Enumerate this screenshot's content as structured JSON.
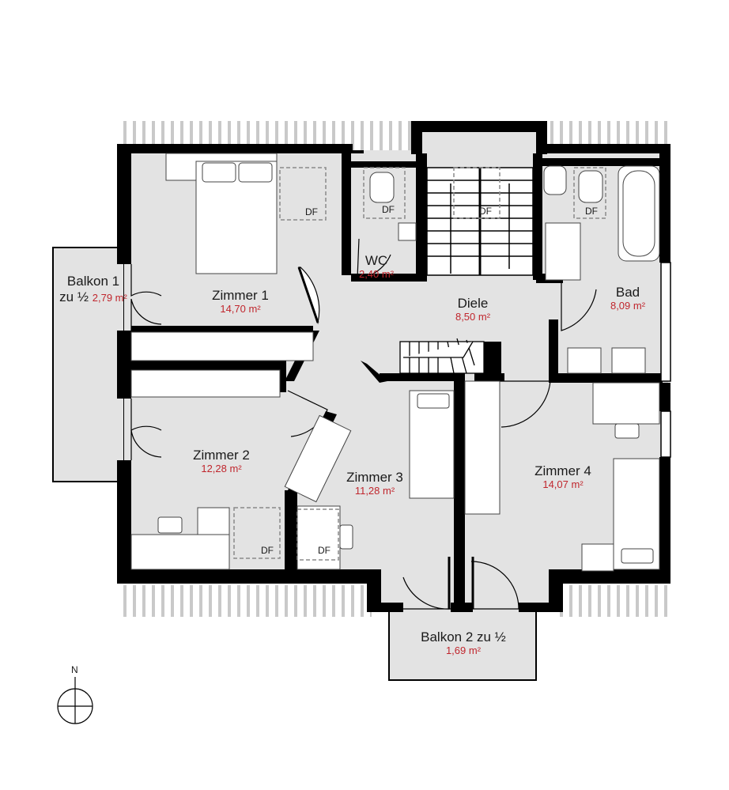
{
  "rooms": {
    "zimmer1": {
      "name": "Zimmer 1",
      "area": "14,70 m²"
    },
    "zimmer2": {
      "name": "Zimmer 2",
      "area": "12,28 m²"
    },
    "zimmer3": {
      "name": "Zimmer 3",
      "area": "11,28 m²"
    },
    "zimmer4": {
      "name": "Zimmer 4",
      "area": "14,07 m²"
    },
    "diele": {
      "name": "Diele",
      "area": "8,50 m²"
    },
    "bad": {
      "name": "Bad",
      "area": "8,09 m²"
    },
    "wc": {
      "name": "WC",
      "area": "2,40 m²"
    },
    "balkon1": {
      "name": "Balkon 1",
      "name2": "zu ½",
      "area": "2,79 m²"
    },
    "balkon2": {
      "name": "Balkon 2 zu ½",
      "area": "1,69 m²"
    }
  },
  "skylight_label": "DF",
  "compass": {
    "label": "N"
  },
  "colors": {
    "floor": "#e3e3e3",
    "wall": "#000000",
    "area_text": "#c0262d",
    "dashed": "#8a8a8a"
  }
}
